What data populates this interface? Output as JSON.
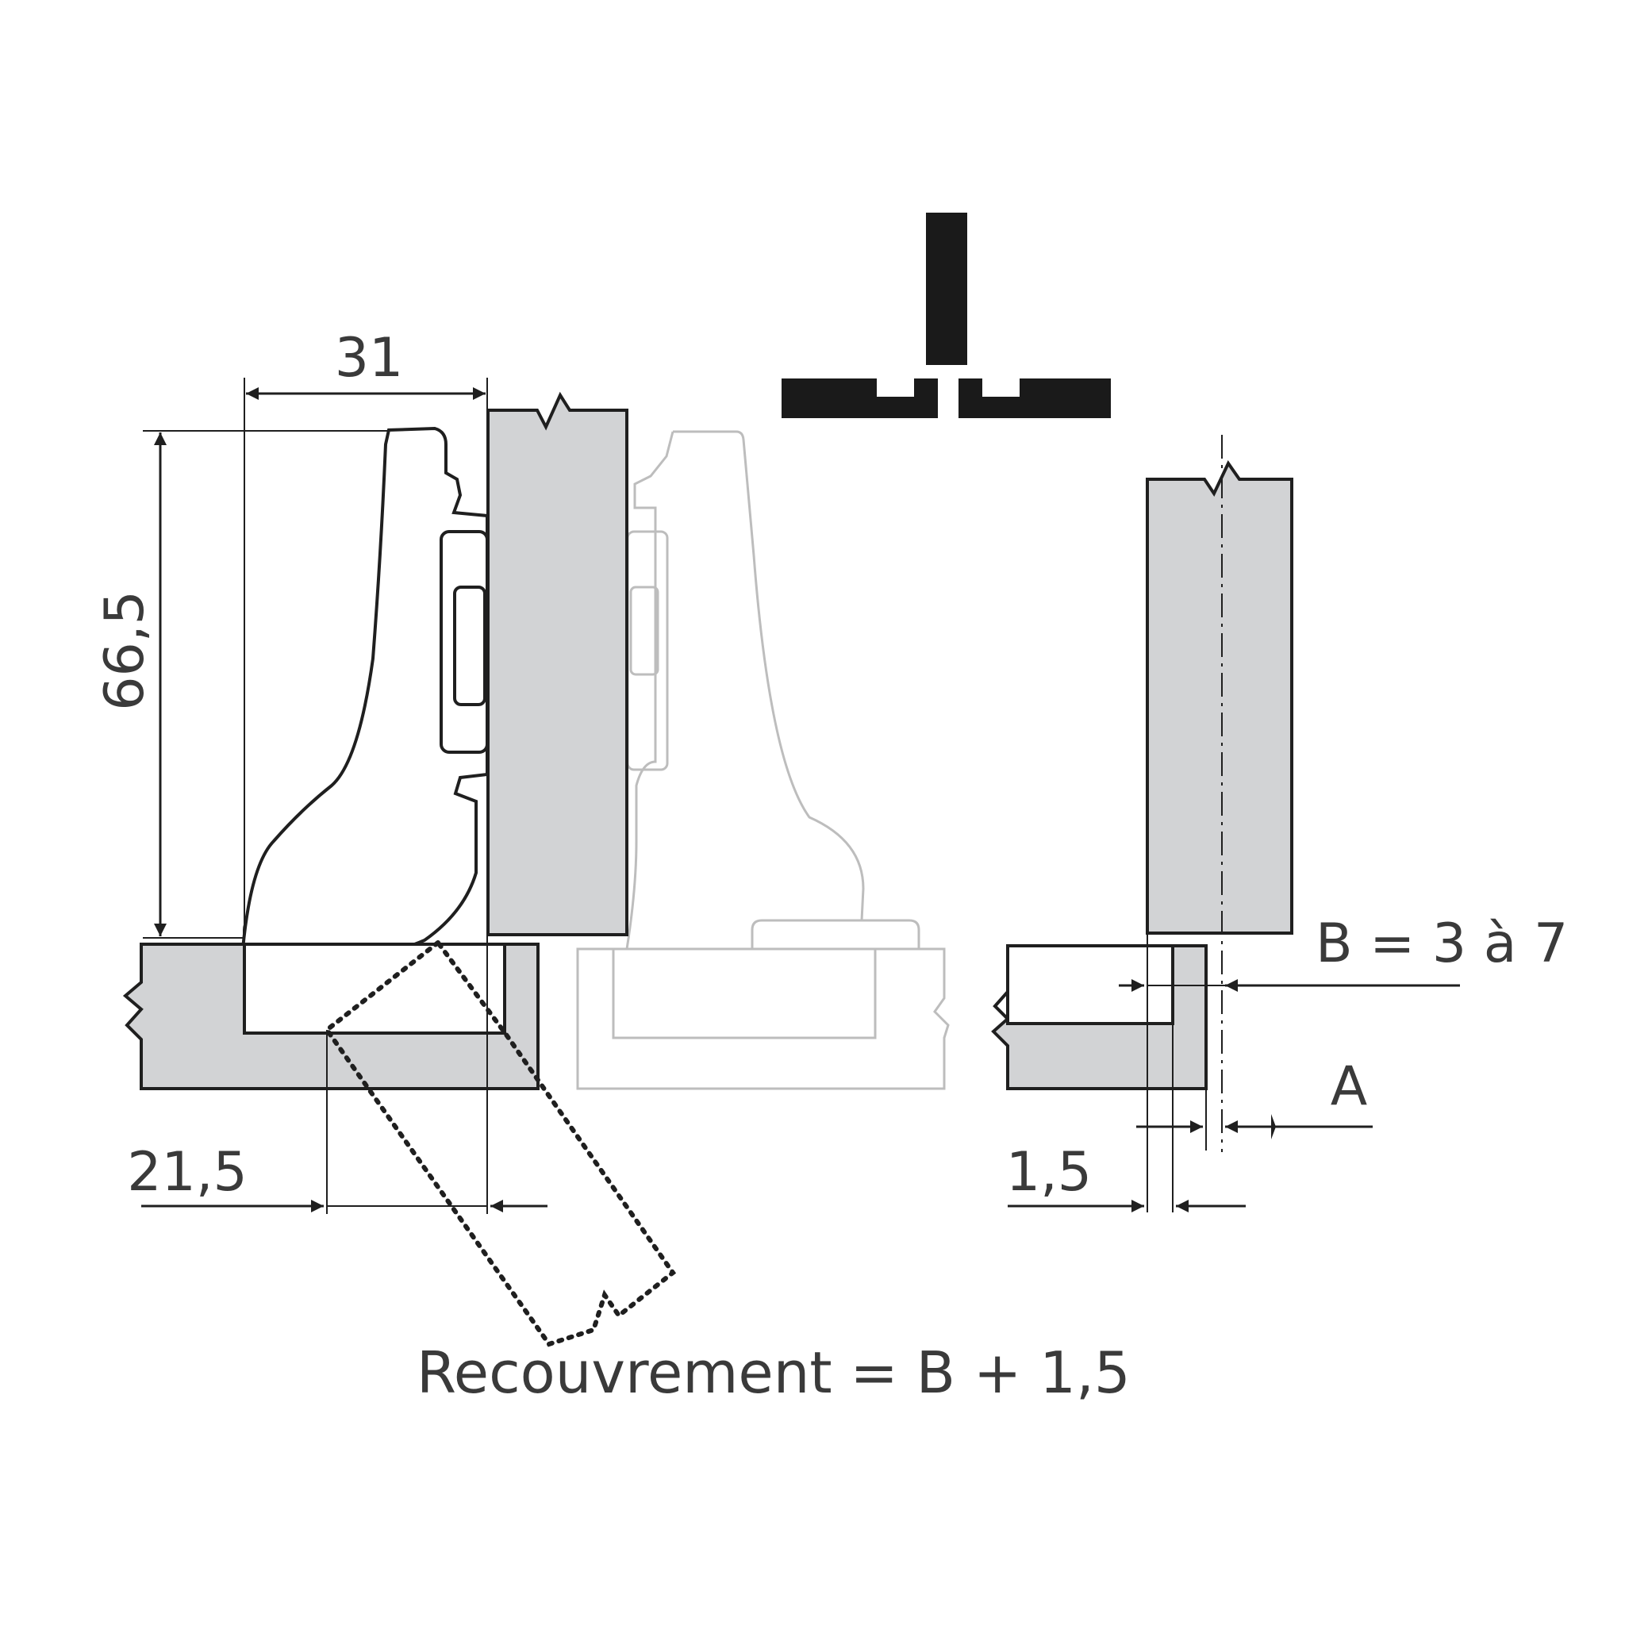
{
  "dimensions": {
    "width": "31",
    "height": "66,5",
    "depth": "21,5",
    "offset": "1,5"
  },
  "labels": {
    "b_range": "B = 3 à 7",
    "a": "A",
    "caption": "Recouvrement = B + 1,5"
  },
  "colors": {
    "panel_fill": "#d2d3d5",
    "line": "#1f1f1f",
    "ghost_line": "#bdbdbd",
    "symbol": "#1a1a1a",
    "text": "#3a3a3a"
  }
}
